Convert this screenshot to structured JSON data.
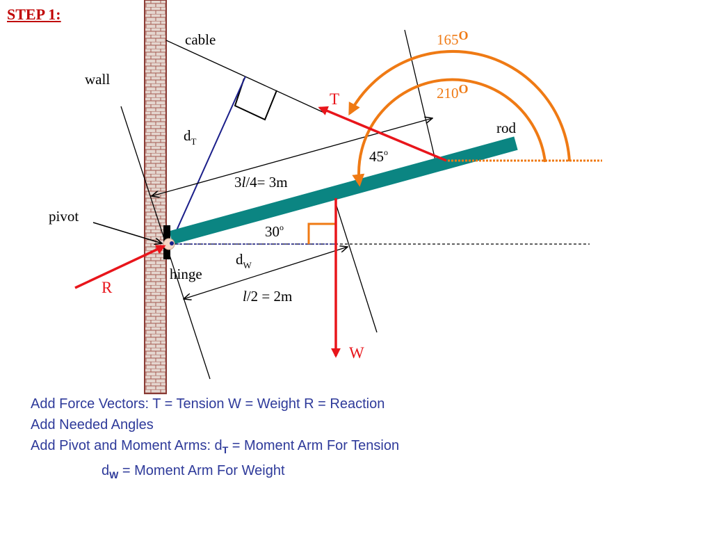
{
  "title": "STEP 1:",
  "labels": {
    "cable": "cable",
    "wall": "wall",
    "rod": "rod",
    "pivot": "pivot",
    "hinge": "hinge",
    "d_t_main": "d",
    "d_t_sub": "T",
    "d_w_main": "d",
    "d_w_sub": "W",
    "three_quarter_pre": "3",
    "three_quarter_l": "l",
    "three_quarter_post": "/4= 3m",
    "half_l": "l",
    "half_post": "/2 = 2m",
    "angle_30": "30",
    "angle_45": "45",
    "deg_sup": "o",
    "angle_165": "165",
    "angle_210": "210",
    "deg_big": "O",
    "force_T": "T",
    "force_W": "W",
    "force_R": "R"
  },
  "notes": {
    "line1": "Add Force Vectors: T = Tension W = Weight R = Reaction",
    "line2": "Add  Needed Angles",
    "line3_pre": "Add Pivot and Moment Arms: d",
    "line3_sub": "T",
    "line3_post": " = Moment Arm For Tension",
    "line4_pre": "d",
    "line4_sub": "W",
    "line4_post": " = Moment Arm For Weight"
  },
  "colors": {
    "title": "#c00000",
    "rod": "#0b8582",
    "force": "#e8151b",
    "angle_arc": "#ef7a14",
    "moment_arm": "#1b1f8a",
    "notes_text": "#2e3a9a",
    "wall_fill": "#d8c7bf",
    "wall_brick_line": "#a55b52"
  }
}
